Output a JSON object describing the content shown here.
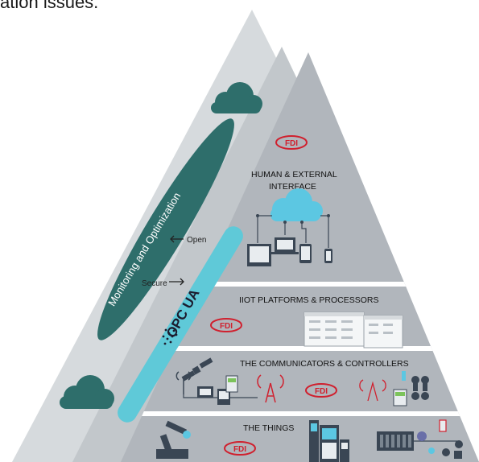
{
  "header": {
    "fragment": "ation issues."
  },
  "pyramid": {
    "left_band_label": "Monitoring and Optimization",
    "opc_label": "OPC UA",
    "open_label": "Open",
    "secure_label": "Secure",
    "fdi_logo": "FDI",
    "layers": [
      {
        "title_line1": "HUMAN & EXTERNAL",
        "title_line2": "INTERFACE"
      },
      {
        "title": "IIOT PLATFORMS & PROCESSORS"
      },
      {
        "title": "THE COMMUNICATORS & CONTROLLERS"
      },
      {
        "title": "THE THINGS"
      }
    ]
  },
  "icons": {
    "cloud": "cloud-icon",
    "satellite": "satellite-icon",
    "antenna": "antenna-icon",
    "robot_arm": "robot-arm-icon",
    "factory": "factory-icon",
    "plc": "plc-rack-icon"
  },
  "colors": {
    "outer_pyramid": "#d6dadd",
    "mid_band": "#c2c7cb",
    "inner_pyramid": "#b1b6bc",
    "teal": "#2e6e6b",
    "opc_bar": "#5fc9d8",
    "fdi_red": "#d0202e"
  }
}
